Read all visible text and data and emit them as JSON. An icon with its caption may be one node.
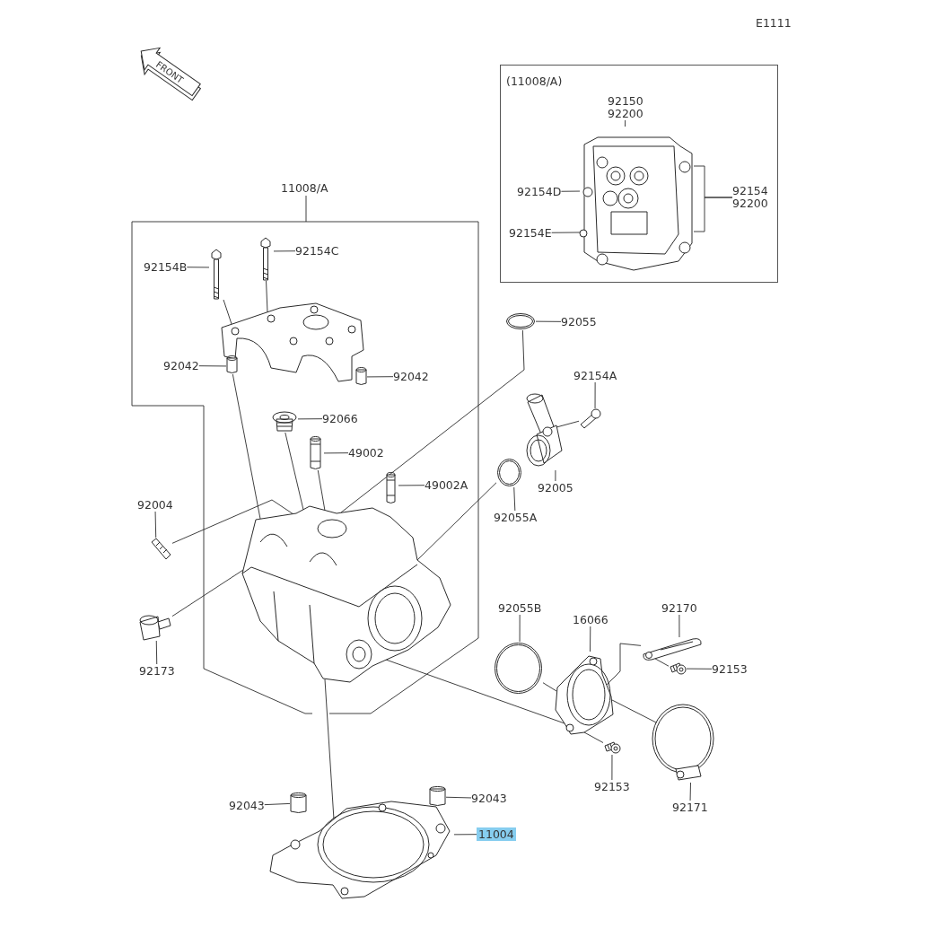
{
  "diagram": {
    "nodes": [
      {
        "text": [
          "92154B"
        ]
      },
      {
        "text": [
          "92154C"
        ]
      },
      {
        "text": [
          "92042"
        ]
      },
      {
        "text": [
          "92042"
        ]
      },
      {
        "text": [
          "92066"
        ]
      },
      {
        "text": [
          "49002"
        ]
      },
      {
        "text": [
          "49002A"
        ]
      },
      {
        "text": [
          "92004"
        ]
      },
      {
        "text": [
          "92173"
        ]
      },
      {
        "text": [
          "92055"
        ]
      },
      {
        "text": [
          "92154A"
        ]
      },
      {
        "text": [
          "92005"
        ]
      },
      {
        "text": [
          "92055A"
        ]
      },
      {
        "text": [
          "92055B"
        ]
      },
      {
        "text": [
          "16066"
        ]
      },
      {
        "text": [
          "92170"
        ]
      },
      {
        "text": [
          "92153"
        ]
      },
      {
        "text": [
          "92153"
        ]
      },
      {
        "text": [
          "92171"
        ]
      },
      {
        "text": [
          "92043"
        ]
      },
      {
        "text": [
          "92043"
        ]
      },
      {
        "text": [
          "11004"
        ]
      },
      {
        "text": [
          "(11008/A)"
        ]
      },
      {
        "text": [
          "92150",
          "92200"
        ],
        "in": 22
      },
      {
        "text": [
          "92154D"
        ],
        "in": 22
      },
      {
        "text": [
          "92154E"
        ],
        "in": 22
      },
      {
        "text": [
          "92154",
          "92200"
        ],
        "in": 22
      },
      {
        "text": [],
        "shape": "picture",
        "in": 22
      },
      {
        "text": [],
        "shape": "picture"
      },
      {
        "text": [],
        "shape": "picture"
      },
      {
        "text": [],
        "shape": "picture"
      },
      {
        "text": [],
        "shape": "cylinder"
      },
      {
        "text": [],
        "shape": "cylinder"
      },
      {
        "text": [],
        "shape": "picture"
      },
      {
        "text": [],
        "shape": "picture"
      },
      {
        "text": [],
        "shape": "picture"
      },
      {
        "text": [],
        "shape": "picture"
      },
      {
        "text": [],
        "shape": "picture"
      },
      {
        "text": [],
        "shape": "picture"
      },
      {
        "text": [],
        "shape": "picture"
      },
      {
        "text": [],
        "shape": "picture"
      },
      {
        "text": [],
        "shape": "picture"
      },
      {
        "text": [],
        "shape": "picture"
      },
      {
        "text": [],
        "shape": "picture"
      },
      {
        "text": [],
        "shape": "picture"
      },
      {
        "text": [],
        "shape": "picture"
      },
      {
        "text": [],
        "shape": "bolt"
      },
      {
        "text": [],
        "shape": "bolt"
      },
      {
        "text": [],
        "shape": "picture"
      },
      {
        "text": [],
        "shape": "cylinder"
      },
      {
        "text": [],
        "shape": "cylinder"
      },
      {
        "text": [],
        "shape": "picture"
      }
    ],
    "edges": [
      {
        "from": 0,
        "to": 29,
        "arrow": "none"
      },
      {
        "from": 1,
        "to": 30,
        "arrow": "none"
      },
      {
        "from": 2,
        "to": 31,
        "arrow": "none"
      },
      {
        "from": 3,
        "to": 32,
        "arrow": "none"
      },
      {
        "from": 4,
        "to": 33,
        "arrow": "none"
      },
      {
        "from": 5,
        "to": 34,
        "arrow": "none"
      },
      {
        "from": 6,
        "to": 35,
        "arrow": "none"
      },
      {
        "from": 7,
        "to": 36,
        "arrow": "none"
      },
      {
        "from": 8,
        "to": 37,
        "arrow": "none"
      },
      {
        "from": 9,
        "to": 39,
        "arrow": "none"
      },
      {
        "from": 10,
        "to": 40,
        "arrow": "none"
      },
      {
        "from": 11,
        "to": 41,
        "arrow": "none"
      },
      {
        "from": 12,
        "to": 42,
        "arrow": "none"
      },
      {
        "from": 13,
        "to": 43,
        "arrow": "none"
      },
      {
        "from": 14,
        "to": 44,
        "arrow": "none"
      },
      {
        "from": 15,
        "to": 45,
        "arrow": "none"
      },
      {
        "from": 16,
        "to": 46,
        "arrow": "none"
      },
      {
        "from": 17,
        "to": 47,
        "arrow": "none"
      },
      {
        "from": 18,
        "to": 48,
        "arrow": "none"
      },
      {
        "from": 19,
        "to": 49,
        "arrow": "none"
      },
      {
        "from": 20,
        "to": 50,
        "arrow": "none"
      },
      {
        "from": 21,
        "to": 51,
        "arrow": "none"
      },
      {
        "from": 23,
        "to": 27,
        "arrow": "none"
      },
      {
        "from": 24,
        "to": 27,
        "arrow": "none"
      },
      {
        "from": 25,
        "to": 27,
        "arrow": "none"
      },
      {
        "from": 26,
        "to": 27,
        "arrow": "none"
      },
      {
        "from": 26,
        "to": 27,
        "arrow": "none"
      },
      {
        "from": 29,
        "to": 28,
        "arrow": "none"
      },
      {
        "from": 30,
        "to": 28,
        "arrow": "none"
      },
      {
        "from": 31,
        "to": 38,
        "arrow": "none"
      },
      {
        "from": 33,
        "to": 38,
        "arrow": "none"
      },
      {
        "from": 34,
        "to": 38,
        "arrow": "none"
      },
      {
        "from": 39,
        "to": 38,
        "arrow": "none"
      },
      {
        "from": 42,
        "to": 38,
        "arrow": "none"
      },
      {
        "from": 36,
        "to": 38,
        "arrow": "none"
      },
      {
        "from": 37,
        "to": 38,
        "arrow": "none"
      },
      {
        "from": 40,
        "to": 41,
        "arrow": "none"
      },
      {
        "from": 43,
        "to": 44,
        "arrow": "none"
      },
      {
        "from": 44,
        "to": 48,
        "arrow": "none"
      },
      {
        "from": 47,
        "to": 44,
        "arrow": "none"
      },
      {
        "from": 45,
        "to": 44,
        "arrow": "none"
      },
      {
        "from": 46,
        "to": 45,
        "arrow": "none"
      },
      {
        "from": 38,
        "to": 44,
        "arrow": "none"
      },
      {
        "from": 38,
        "to": 51,
        "arrow": "none"
      }
    ],
    "labels": [
      "E1111",
      "FRONT",
      "11008/A"
    ]
  }
}
